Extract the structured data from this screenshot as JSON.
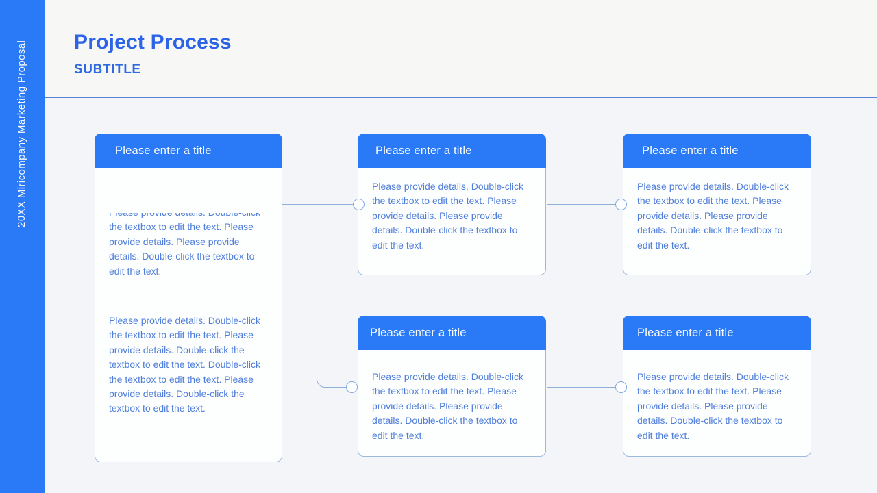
{
  "slide": {
    "sidebar_label": "20XX Miricompany Marketing Proposal",
    "title": "Project Process",
    "subtitle": "SUBTITLE"
  },
  "cards": {
    "left": {
      "title": "Please enter a title",
      "para1": [
        "Please provide details. Double-click",
        "the textbox to edit the text. Please",
        "provide details. Please provide",
        "details. Double-click the textbox to",
        "edit the text."
      ],
      "para2": [
        "Please provide details. Double-click",
        "the textbox to edit the text. Please",
        "provide details. Double-click the",
        "textbox to edit the text. Double-click",
        "the textbox to edit the text. Please",
        "provide details. Double-click the",
        "textbox to edit the text."
      ]
    },
    "top_middle": {
      "title": "Please enter a title",
      "para": [
        "Please provide details. Double-click",
        "the textbox to edit the text. Please",
        "provide details. Please provide",
        "details. Double-click the textbox to",
        "edit the text."
      ]
    },
    "top_right": {
      "title": "Please enter a title",
      "para": [
        "Please provide details. Double-click",
        "the textbox to edit the text. Please",
        "provide details. Please provide",
        "details. Double-click the textbox to",
        "edit the text."
      ]
    },
    "bottom_middle": {
      "title": "Please enter a title",
      "para": [
        "Please provide details. Double-click",
        "the textbox to edit the text. Please",
        "provide details. Please provide",
        "details. Double-click the textbox to",
        "edit the text."
      ]
    },
    "bottom_right": {
      "title": "Please enter a title",
      "para": [
        "Please provide details. Double-click",
        "the textbox to edit the text. Please",
        "provide details. Please provide",
        "details. Double-click the textbox to",
        "edit the text."
      ]
    }
  },
  "colors": {
    "accent_blue": "#2A79F6",
    "heading_blue": "#2B64E6",
    "body_text_blue": "#4F7EDB",
    "card_border": "#9CB9DE",
    "connector": "#8FAFD6",
    "divider": "#3A6DD0",
    "background_top": "#F7F7F6",
    "background_main": "#F3F5F9"
  }
}
